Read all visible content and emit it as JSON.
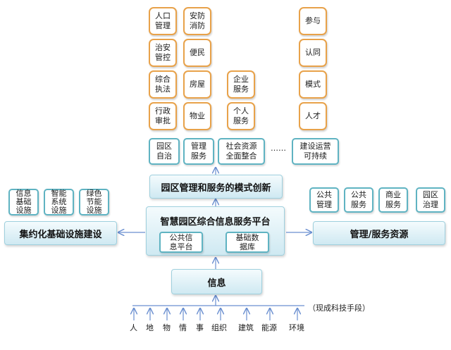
{
  "top_left_grid": [
    [
      "人口\n管理",
      "安防\n消防"
    ],
    [
      "治安\n管控",
      "便民"
    ],
    [
      "综合\n执法",
      "房屋"
    ],
    [
      "行政\n审批",
      "物业"
    ]
  ],
  "mid_column": [
    "企业\n服务",
    "个人\n服务"
  ],
  "right_column": [
    "参与",
    "认同",
    "模式",
    "人才"
  ],
  "mid_row": {
    "items": [
      "园区\n自治",
      "管理\n服务",
      "社会资源\n全面整合"
    ],
    "ellipsis": "……",
    "last": "建设运营\n可持续"
  },
  "innovation_bar": "园区管理和服务的模式创新",
  "platform": {
    "title": "智慧园区综合信息服务平台",
    "left_sub": "公共信\n息平台",
    "right_sub": "基础数\n据库"
  },
  "info_bar": "信息",
  "left_group": {
    "items": [
      "信息\n基础\n设施",
      "智能\n系统\n设施",
      "绿色\n节能\n设施"
    ],
    "bar": "集约化基础设施建设"
  },
  "right_group": {
    "items": [
      "公共\n管理",
      "公共\n服务",
      "商业\n服务",
      "园区\n治理"
    ],
    "bar": "管理/服务资源"
  },
  "bottom_inputs": [
    "人",
    "地",
    "物",
    "情",
    "事",
    "组织",
    "建筑",
    "能源",
    "环境"
  ],
  "bottom_note": "（现成科技手段）",
  "colors": {
    "orange_border": "#e8a24a",
    "teal_border": "#5fb3c2",
    "bar_gradient_top": "#f4fbfd",
    "bar_gradient_bottom": "#cfe9f2",
    "arrow": "#6a8fd0"
  }
}
